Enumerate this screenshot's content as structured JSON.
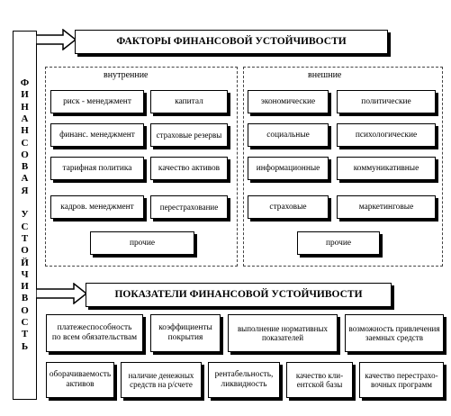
{
  "vertical_title": "ФИНАНСОВАЯ УСТОЙЧИВОСТЬ",
  "vertical_chars": [
    "Ф",
    "И",
    "Н",
    "А",
    "Н",
    "С",
    "О",
    "В",
    "А",
    "Я",
    "",
    "У",
    "С",
    "Т",
    "О",
    "Й",
    "Ч",
    "И",
    "В",
    "О",
    "С",
    "Т",
    "Ь"
  ],
  "factors": {
    "title": "ФАКТОРЫ ФИНАНСОВОЙ УСТОЙЧИВОСТИ",
    "internal": {
      "label": "внутренние",
      "items": [
        "риск - менеджмент",
        "капитал",
        "финанс. менеджмент",
        "страховые резервы",
        "тарифная политика",
        "качество активов",
        "кадров. менеджмент",
        "перестрахование"
      ],
      "other": "прочие"
    },
    "external": {
      "label": "внешние",
      "items": [
        "экономические",
        "политические",
        "социальные",
        "психологические",
        "информационные",
        "коммуникативные",
        "страховые",
        "маркетинговые"
      ],
      "other": "прочие"
    }
  },
  "indicators": {
    "title": "ПОКАЗАТЕЛИ ФИНАНСОВОЙ УСТОЙЧИВОСТИ",
    "row1": [
      [
        "платежеспособность",
        "по всем обязательствам"
      ],
      [
        "коэффициенты",
        "покрытия"
      ],
      [
        "выполнение нормативных",
        "показателей"
      ],
      [
        "возможность привлечения",
        "заемных средств"
      ]
    ],
    "row2": [
      [
        "оборачиваемость",
        "активов"
      ],
      [
        "наличие денежных",
        "средств на р/счете"
      ],
      [
        "рентабельность,",
        "ликвидность"
      ],
      [
        "качество кли-",
        "ентской базы"
      ],
      [
        "качество перестрахо-",
        "вочных программ"
      ]
    ]
  }
}
